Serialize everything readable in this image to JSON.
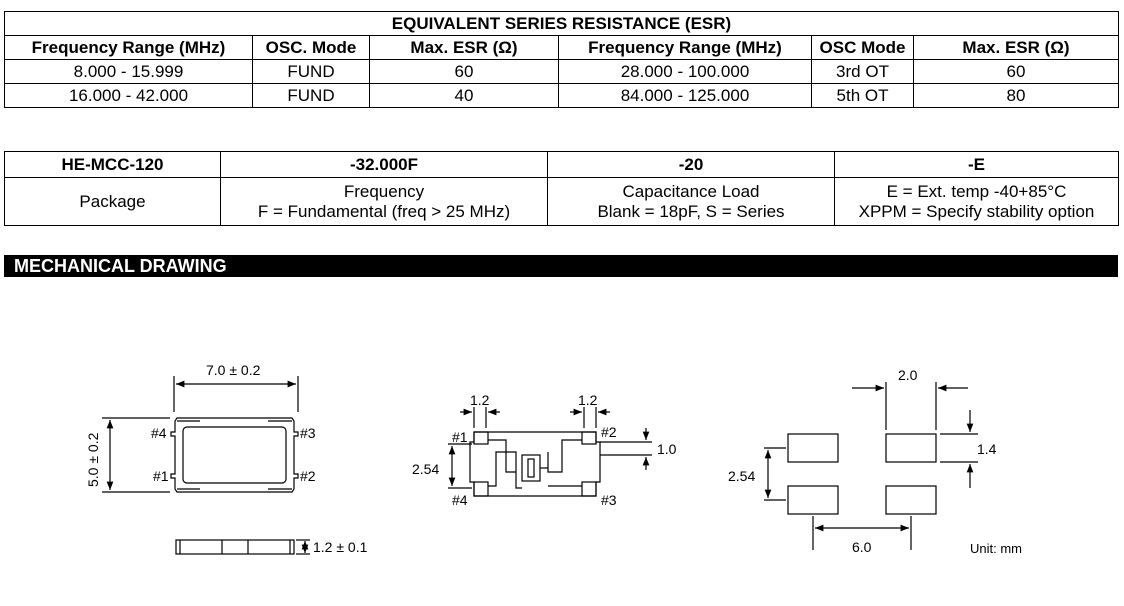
{
  "esr_table": {
    "title": "EQUIVALENT SERIES RESISTANCE (ESR)",
    "headers": [
      "Frequency Range (MHz)",
      "OSC. Mode",
      "Max. ESR (Ω)",
      "Frequency Range (MHz)",
      "OSC Mode",
      "Max. ESR (Ω)"
    ],
    "rows": [
      [
        "8.000 - 15.999",
        "FUND",
        "60",
        "28.000 - 100.000",
        "3rd OT",
        "60"
      ],
      [
        "16.000 - 42.000",
        "FUND",
        "40",
        "84.000 - 125.000",
        "5th OT",
        "80"
      ]
    ]
  },
  "part_number_table": {
    "codes": [
      "HE-MCC-120",
      "-32.000F",
      "-20",
      "-E"
    ],
    "row_label": "Package",
    "frequency": {
      "line1": "Frequency",
      "line2": "F = Fundamental (freq > 25 MHz)"
    },
    "capacitance": {
      "line1": "Capacitance Load",
      "line2": "Blank = 18pF, S = Series"
    },
    "option": {
      "line1": "E = Ext. temp -40+85°C",
      "line2": "XPPM = Specify stability option"
    }
  },
  "mechanical": {
    "title": "MECHANICAL DRAWING",
    "top_view": {
      "width_dim": "7.0 ± 0.2",
      "height_dim": "5.0 ± 0.2",
      "pins": [
        "#4",
        "#3",
        "#1",
        "#2"
      ]
    },
    "side_view": {
      "height_dim": "1.2 ± 0.1"
    },
    "bottom_view": {
      "pad_width_left": "1.2",
      "pad_width_right": "1.2",
      "pad_gap": "1.0",
      "pitch": "2.54",
      "pins": [
        "#1",
        "#2",
        "#4",
        "#3"
      ]
    },
    "land_pattern": {
      "pad_width": "2.0",
      "pad_height": "1.4",
      "pitch": "2.54",
      "span": "6.0"
    },
    "unit_label": "Unit: mm"
  }
}
